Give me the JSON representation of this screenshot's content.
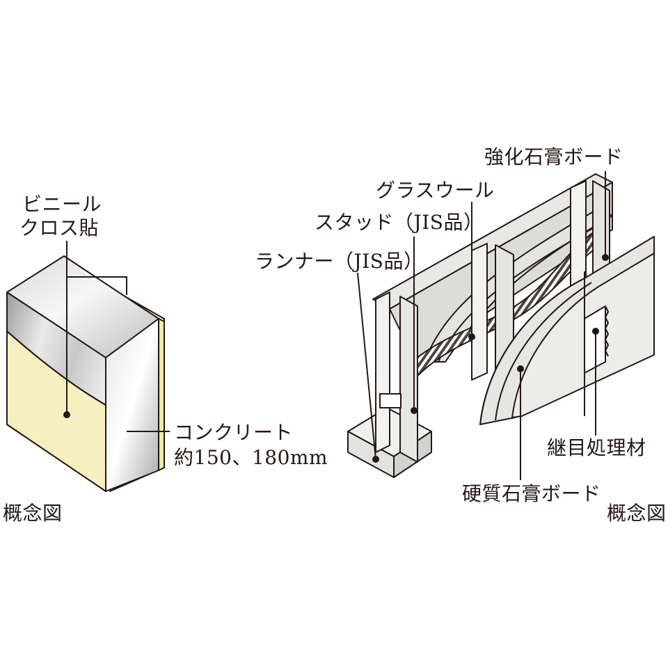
{
  "left_diagram": {
    "vinyl_cloth": [
      "ビニール",
      "クロス貼"
    ],
    "concrete": [
      "コンクリート",
      "約150、180mm"
    ],
    "caption": "概念図"
  },
  "right_diagram": {
    "reinforced_gypsum_board": "強化石膏ボード",
    "glass_wool": "グラスウール",
    "stud": "スタッド（JIS品）",
    "runner": "ランナー（JIS品）",
    "joint_treatment": "継目処理材",
    "hard_gypsum_board": "硬質石膏ボード",
    "caption": "概念図"
  },
  "colors": {
    "outline": "#231815",
    "finish_cream": "#f6efbf",
    "concrete_light": "#f4f4f4",
    "concrete_mid": "#b9b9b9",
    "concrete_dark": "#8e8e8e",
    "board_gray": "#e2e2e0",
    "board_face": "#ececea",
    "insulation": "#5a5450"
  }
}
